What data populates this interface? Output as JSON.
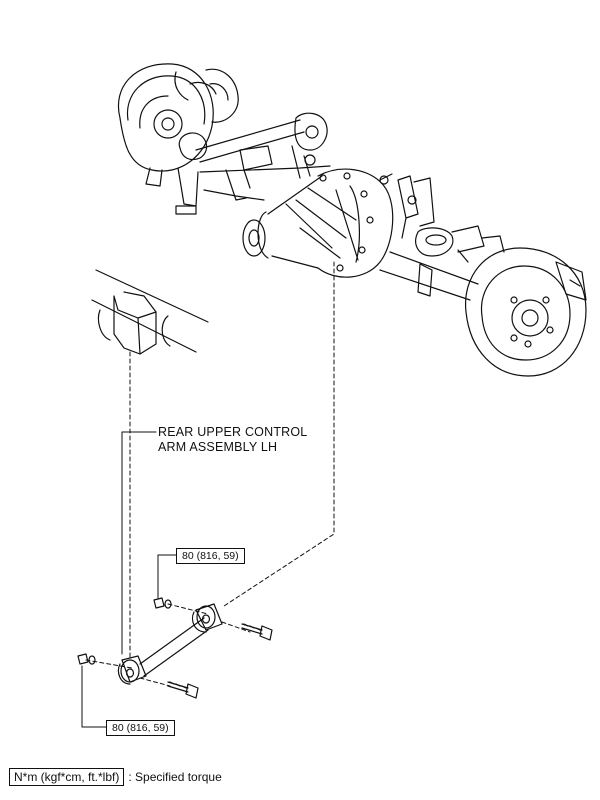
{
  "part_label": {
    "line1": "REAR UPPER CONTROL",
    "line2": "ARM ASSEMBLY LH"
  },
  "torque_upper": "80 (816, 59)",
  "torque_lower": "80 (816, 59)",
  "legend": {
    "unit_box": "N*m (kgf*cm, ft.*lbf)",
    "description": ": Specified torque"
  }
}
